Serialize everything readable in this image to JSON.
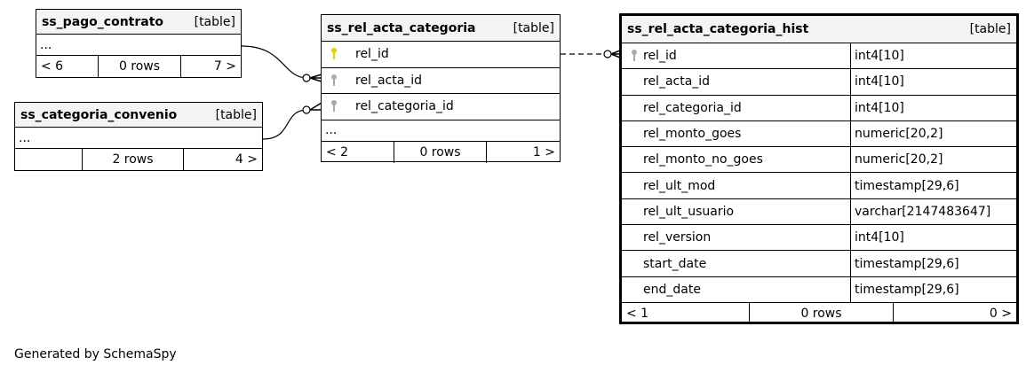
{
  "tables": {
    "pago_contrato": {
      "name": "ss_pago_contrato",
      "kind": "[table]",
      "ellipsis": "...",
      "prev": "< 6",
      "rows": "0 rows",
      "next": "7 >"
    },
    "categoria_convenio": {
      "name": "ss_categoria_convenio",
      "kind": "[table]",
      "ellipsis": "...",
      "prev": "",
      "rows": "2 rows",
      "next": "4 >"
    },
    "rel_acta_categoria": {
      "name": "ss_rel_acta_categoria",
      "kind": "[table]",
      "columns": [
        "rel_id",
        "rel_acta_id",
        "rel_categoria_id"
      ],
      "ellipsis": "...",
      "prev": "< 2",
      "rows": "0 rows",
      "next": "1 >"
    },
    "rel_acta_categoria_hist": {
      "name": "ss_rel_acta_categoria_hist",
      "kind": "[table]",
      "columns": [
        {
          "name": "rel_id",
          "type": "int4[10]"
        },
        {
          "name": "rel_acta_id",
          "type": "int4[10]"
        },
        {
          "name": "rel_categoria_id",
          "type": "int4[10]"
        },
        {
          "name": "rel_monto_goes",
          "type": "numeric[20,2]"
        },
        {
          "name": "rel_monto_no_goes",
          "type": "numeric[20,2]"
        },
        {
          "name": "rel_ult_mod",
          "type": "timestamp[29,6]"
        },
        {
          "name": "rel_ult_usuario",
          "type": "varchar[2147483647]"
        },
        {
          "name": "rel_version",
          "type": "int4[10]"
        },
        {
          "name": "start_date",
          "type": "timestamp[29,6]"
        },
        {
          "name": "end_date",
          "type": "timestamp[29,6]"
        }
      ],
      "prev": "< 1",
      "rows": "0 rows",
      "next": "0 >"
    }
  },
  "icons": {
    "primary_key": "key-icon-yellow",
    "foreign_key": "key-icon-gray"
  },
  "colors": {
    "header_bg": "#f4f4f4",
    "pk_key": "#e0d400",
    "fk_key": "#aaaaaa",
    "line": "#000000"
  },
  "footer": "Generated by SchemaSpy"
}
